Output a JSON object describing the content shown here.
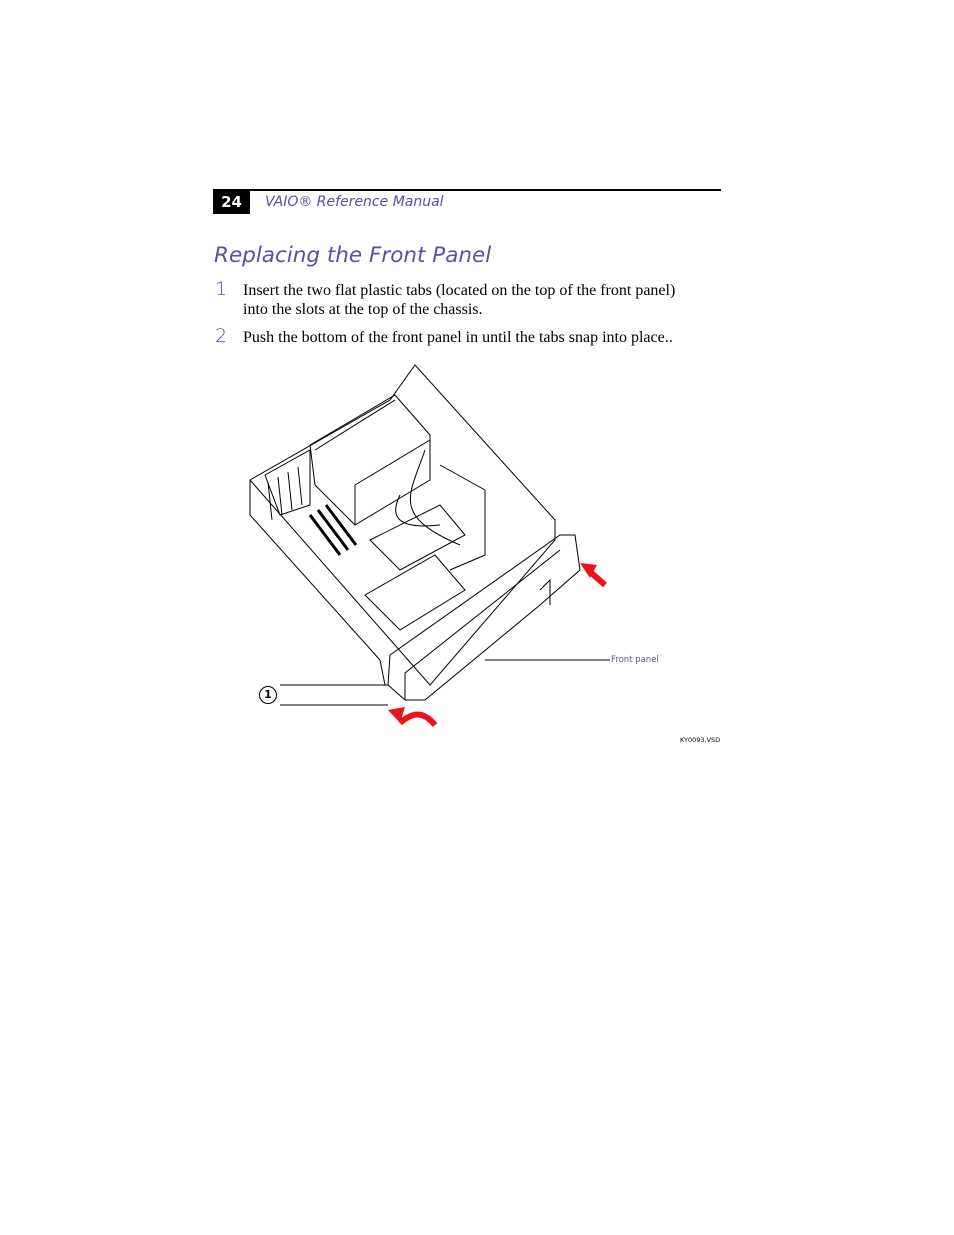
{
  "header": {
    "page_number": "24",
    "running_head": "VAIO® Reference Manual"
  },
  "section": {
    "title": "Replacing the Front Panel"
  },
  "steps": [
    {
      "number": "1",
      "text_line1": "Insert the two flat plastic tabs (located on the top of the front panel)",
      "text_line2": "into the slots at the top of the chassis."
    },
    {
      "number": "2",
      "text_line1": "Push the bottom of the front panel in until the tabs snap into place.."
    }
  ],
  "figure": {
    "callout_label": "Front panel",
    "callout_number": "1",
    "file_code": "KY0093.VSD",
    "arrow_color": "#e8141a",
    "accent_color": "#5a4fa0"
  }
}
